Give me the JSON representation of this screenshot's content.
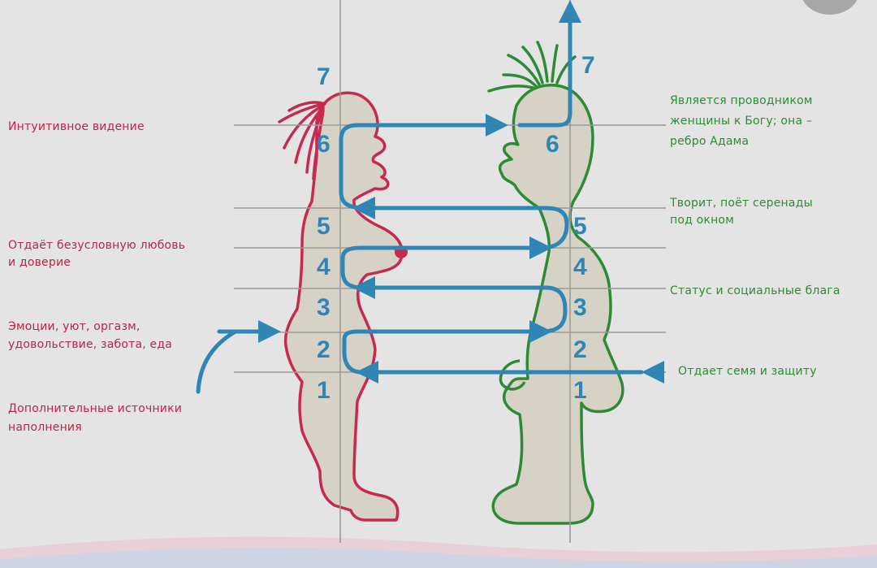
{
  "levels": {
    "female": [
      "1",
      "2",
      "3",
      "4",
      "5",
      "6",
      "7"
    ],
    "male": [
      "1",
      "2",
      "3",
      "4",
      "5",
      "6",
      "7"
    ]
  },
  "left_labels": {
    "intuition": "Интуитивное видение",
    "love_1": "Отдаёт безусловную любовь",
    "love_2": "и доверие",
    "emotions_1": "Эмоции, уют, оргазм,",
    "emotions_2": "удовольствие, забота,  еда",
    "sources_1": "Дополнительные источники",
    "sources_2": "наполнения"
  },
  "right_labels": {
    "conductor_1": "Является проводником",
    "conductor_2": "женщины к Богу; она –",
    "conductor_3": "ребро Адама",
    "creates_1": "Творит, поёт серенады",
    "creates_2": "под окном",
    "status": "Статус и социальные блага",
    "seed": "Отдает семя и защиту"
  },
  "colors": {
    "female_outline": "#c82a4f",
    "male_outline": "#2e8a34",
    "flow_arrow": "#2f86b5",
    "body_fill": "#d6d2c6",
    "grid_line": "#9a9a9a"
  }
}
